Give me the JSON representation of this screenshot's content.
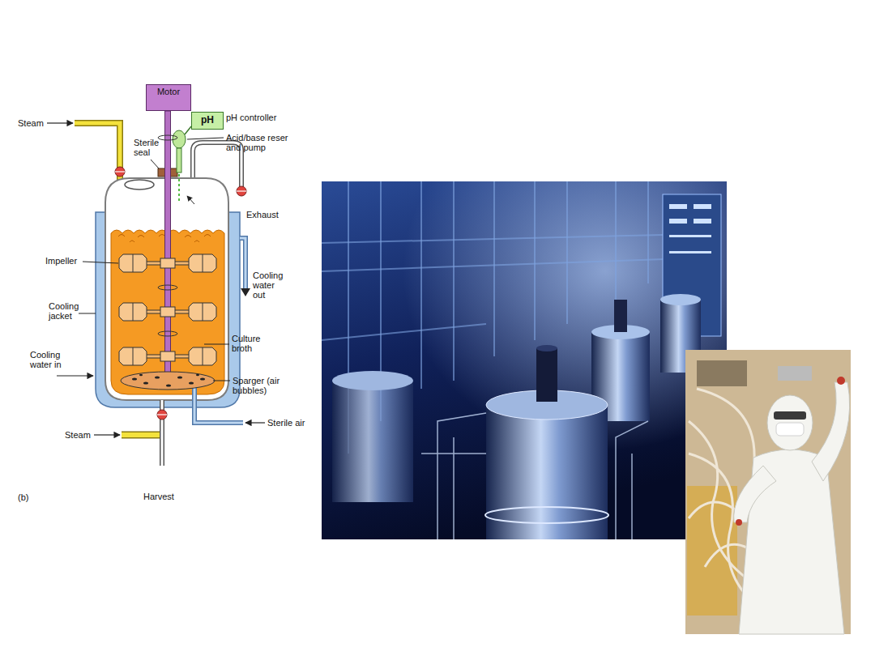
{
  "diagram": {
    "nodes": [
      {
        "text": [
          "Motor"
        ]
      },
      {
        "text": [
          "pH"
        ]
      }
    ],
    "labels": [
      "Steam",
      "pH controller",
      "Sterile seal",
      "Acid/base reser and pump",
      "Exhaust",
      "Impeller",
      "Cooling water out",
      "Cooling jacket",
      "Culture broth",
      "Cooling water in",
      "Sparger (air bubbles)",
      "Steam",
      "Sterile air",
      "Harvest",
      "(b)"
    ]
  }
}
